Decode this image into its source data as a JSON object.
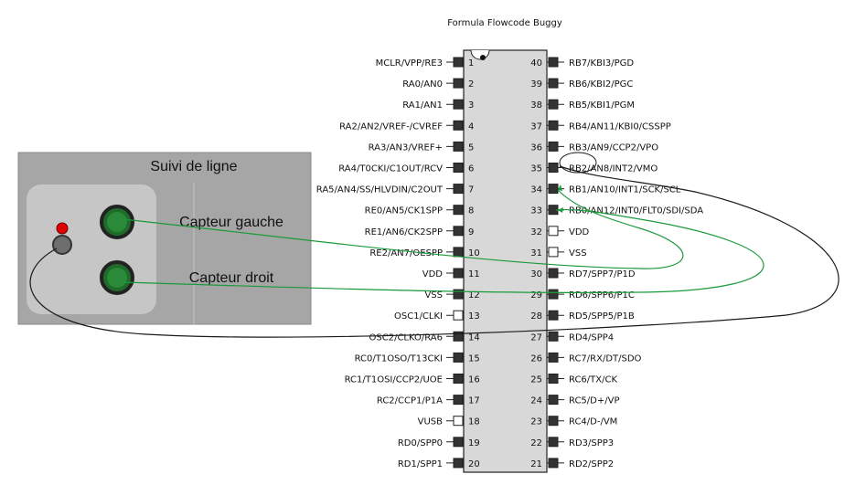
{
  "diagram_title": "Formula Flowcode Buggy",
  "panel": {
    "title": "Suivi de ligne",
    "sensor_left_label": "Capteur gauche",
    "sensor_right_label": "Capteur droit"
  },
  "chip": {
    "left_pins": [
      {
        "num": "1",
        "name": "MCLR/VPP/RE3",
        "pad": "filled"
      },
      {
        "num": "2",
        "name": "RA0/AN0",
        "pad": "filled"
      },
      {
        "num": "3",
        "name": "RA1/AN1",
        "pad": "filled"
      },
      {
        "num": "4",
        "name": "RA2/AN2/VREF-/CVREF",
        "pad": "filled"
      },
      {
        "num": "5",
        "name": "RA3/AN3/VREF+",
        "pad": "filled"
      },
      {
        "num": "6",
        "name": "RA4/T0CKI/C1OUT/RCV",
        "pad": "filled"
      },
      {
        "num": "7",
        "name": "RA5/AN4/SS/HLVDIN/C2OUT",
        "pad": "filled"
      },
      {
        "num": "8",
        "name": "RE0/AN5/CK1SPP",
        "pad": "filled"
      },
      {
        "num": "9",
        "name": "RE1/AN6/CK2SPP",
        "pad": "filled"
      },
      {
        "num": "10",
        "name": "RE2/AN7/OESPP",
        "pad": "filled"
      },
      {
        "num": "11",
        "name": "VDD",
        "pad": "filled"
      },
      {
        "num": "12",
        "name": "VSS",
        "pad": "filled"
      },
      {
        "num": "13",
        "name": "OSC1/CLKI",
        "pad": "open"
      },
      {
        "num": "14",
        "name": "OSC2/CLKO/RA6",
        "pad": "filled"
      },
      {
        "num": "15",
        "name": "RC0/T1OSO/T13CKI",
        "pad": "filled"
      },
      {
        "num": "16",
        "name": "RC1/T1OSI/CCP2/UOE",
        "pad": "filled"
      },
      {
        "num": "17",
        "name": "RC2/CCP1/P1A",
        "pad": "filled"
      },
      {
        "num": "18",
        "name": "VUSB",
        "pad": "open"
      },
      {
        "num": "19",
        "name": "RD0/SPP0",
        "pad": "filled"
      },
      {
        "num": "20",
        "name": "RD1/SPP1",
        "pad": "filled"
      }
    ],
    "right_pins": [
      {
        "num": "40",
        "name": "RB7/KBI3/PGD",
        "pad": "filled"
      },
      {
        "num": "39",
        "name": "RB6/KBI2/PGC",
        "pad": "filled"
      },
      {
        "num": "38",
        "name": "RB5/KBI1/PGM",
        "pad": "filled"
      },
      {
        "num": "37",
        "name": "RB4/AN11/KBI0/CSSPP",
        "pad": "filled"
      },
      {
        "num": "36",
        "name": "RB3/AN9/CCP2/VPO",
        "pad": "filled"
      },
      {
        "num": "35",
        "name": "RB2/AN8/INT2/VMO",
        "pad": "filled"
      },
      {
        "num": "34",
        "name": "RB1/AN10/INT1/SCK/SCL",
        "pad": "filled"
      },
      {
        "num": "33",
        "name": "RB0/AN12/INT0/FLT0/SDI/SDA",
        "pad": "filled"
      },
      {
        "num": "32",
        "name": "VDD",
        "pad": "open"
      },
      {
        "num": "31",
        "name": "VSS",
        "pad": "open"
      },
      {
        "num": "30",
        "name": "RD7/SPP7/P1D",
        "pad": "filled"
      },
      {
        "num": "29",
        "name": "RD6/SPP6/P1C",
        "pad": "filled"
      },
      {
        "num": "28",
        "name": "RD5/SPP5/P1B",
        "pad": "filled"
      },
      {
        "num": "27",
        "name": "RD4/SPP4",
        "pad": "filled"
      },
      {
        "num": "26",
        "name": "RC7/RX/DT/SDO",
        "pad": "filled"
      },
      {
        "num": "25",
        "name": "RC6/TX/CK",
        "pad": "filled"
      },
      {
        "num": "24",
        "name": "RC5/D+/VP",
        "pad": "filled"
      },
      {
        "num": "23",
        "name": "RC4/D-/VM",
        "pad": "filled"
      },
      {
        "num": "22",
        "name": "RD3/SPP3",
        "pad": "filled"
      },
      {
        "num": "21",
        "name": "RD2/SPP2",
        "pad": "filled"
      }
    ]
  },
  "colors": {
    "wire_green": "#1a9a3a",
    "wire_black": "#1a1a1a",
    "chip_fill": "#d8d8d8",
    "panel_bg": "#a6a6a6",
    "panel_inner": "#c8c8c8",
    "sensor_green": "#1f6b2a",
    "led_red": "#e00000"
  }
}
